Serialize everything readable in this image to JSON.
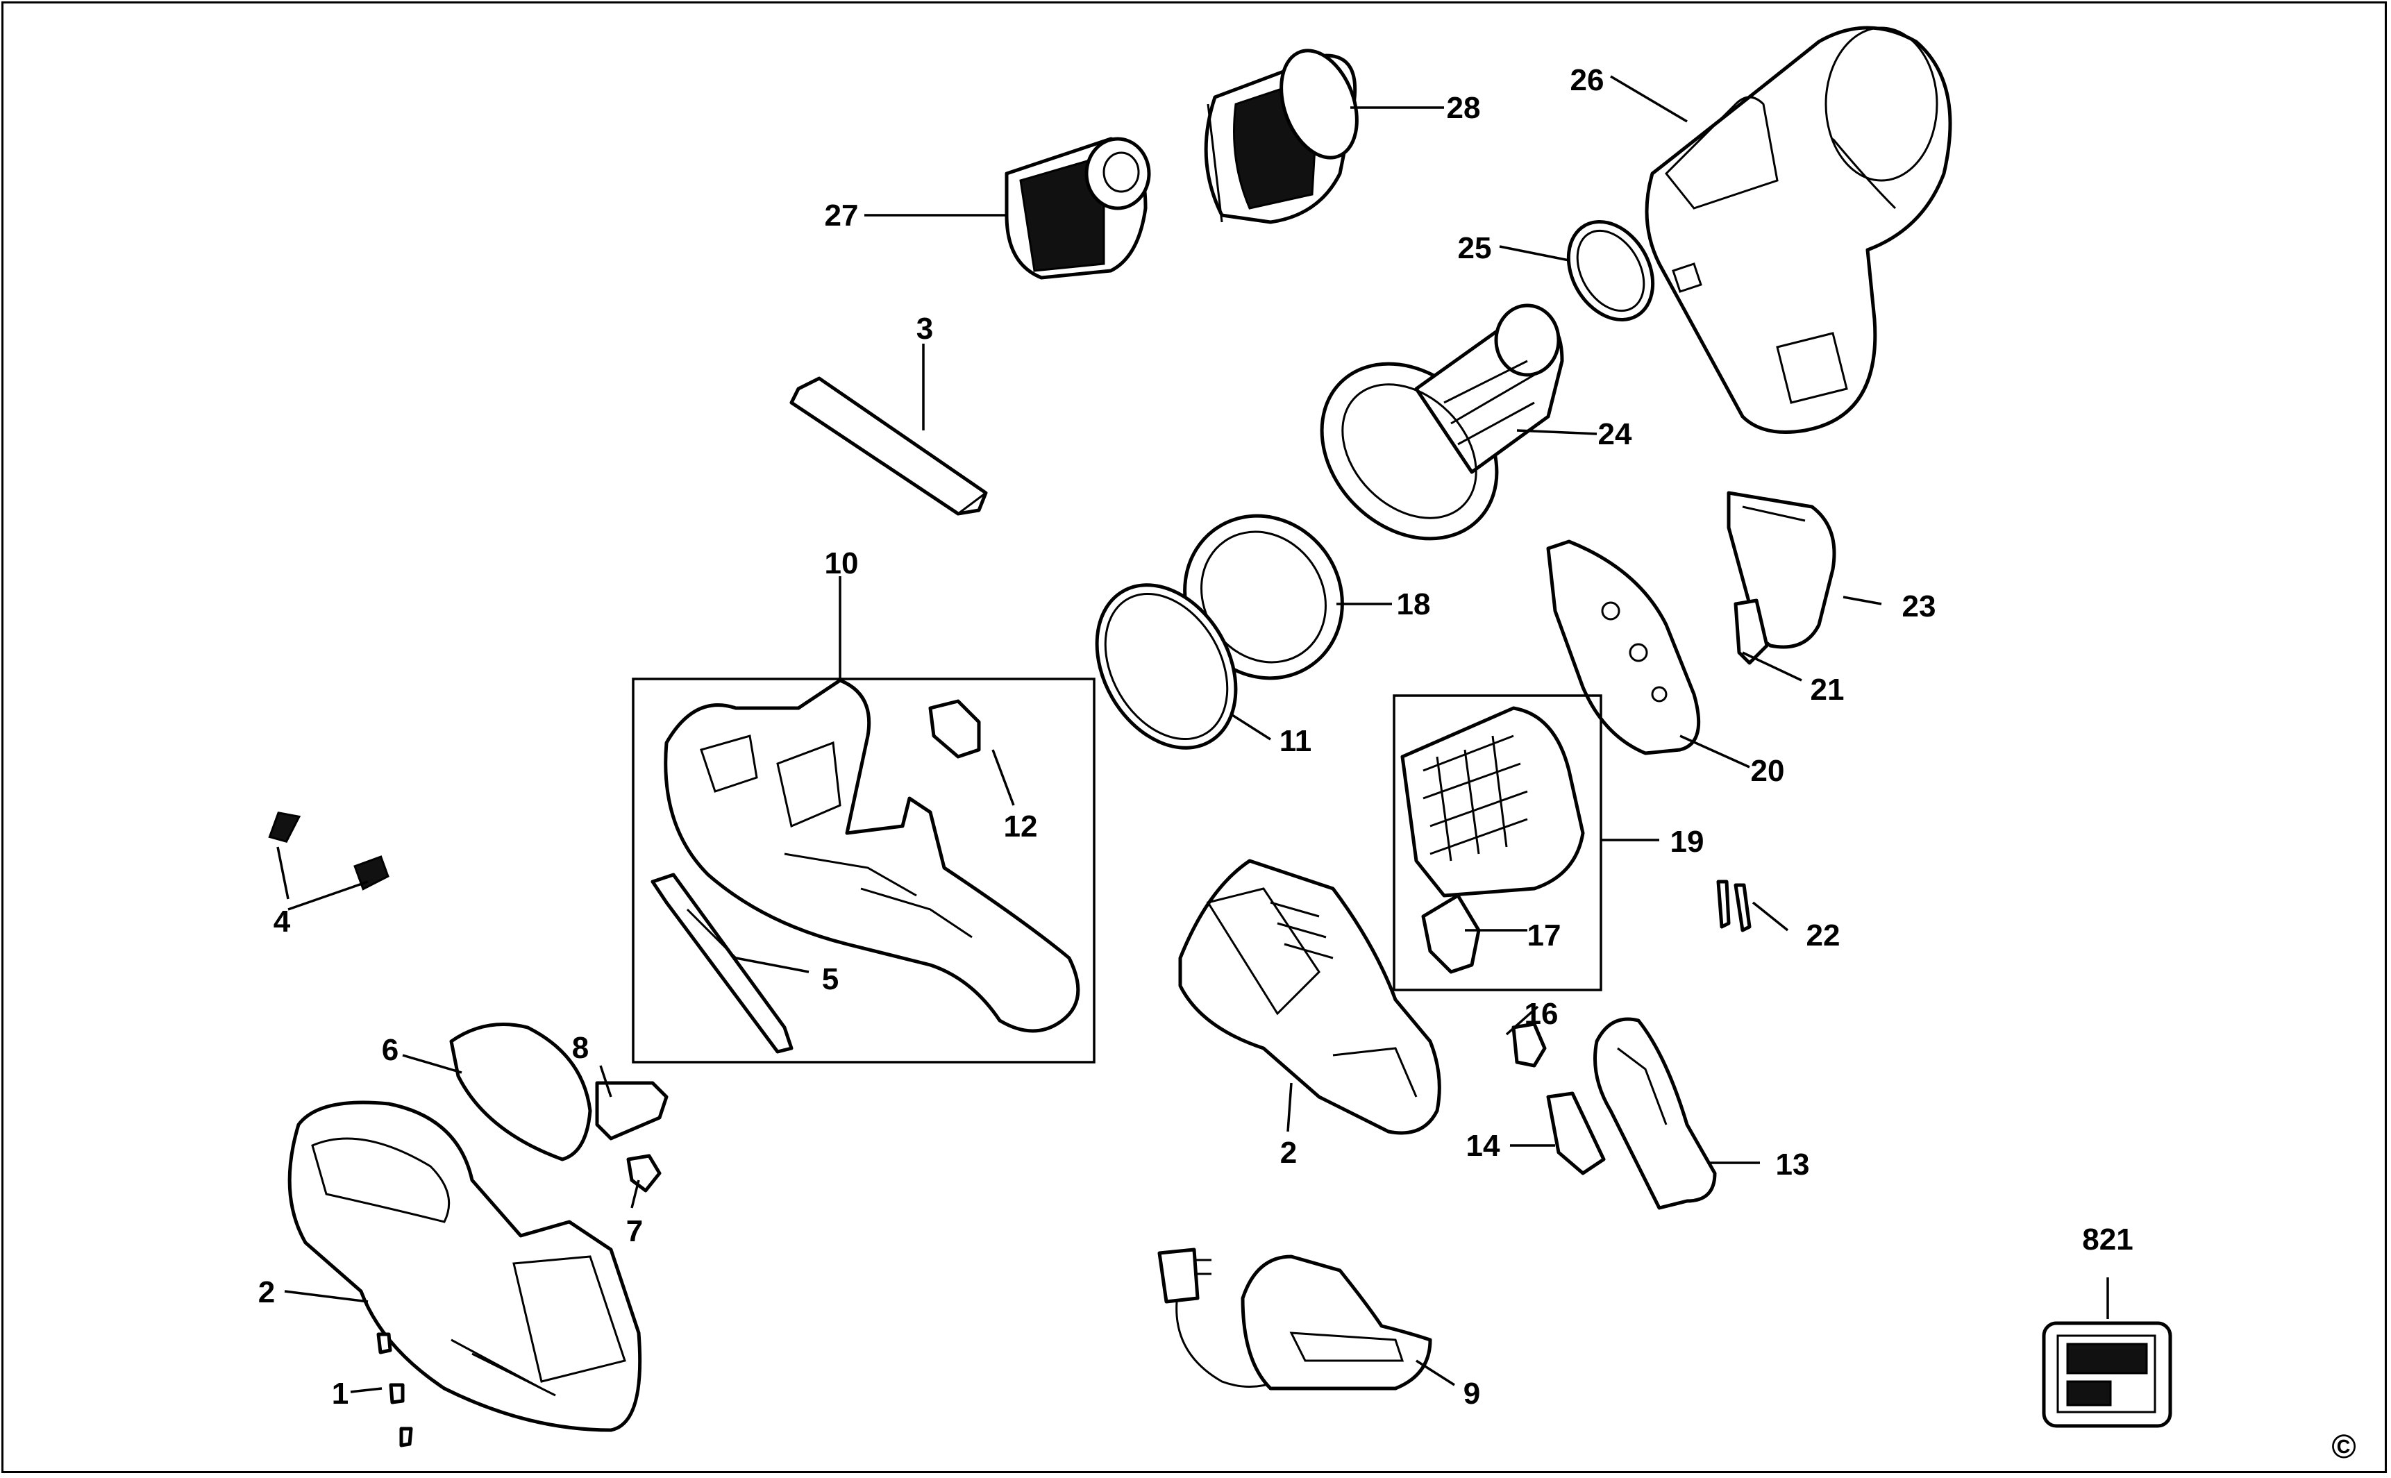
{
  "callouts": {
    "c1": "1",
    "c2_left": "2",
    "c2_center": "2",
    "c3": "3",
    "c4": "4",
    "c5": "5",
    "c6": "6",
    "c7": "7",
    "c8": "8",
    "c9": "9",
    "c10": "10",
    "c11": "11",
    "c12": "12",
    "c13": "13",
    "c14": "14",
    "c16": "16",
    "c17": "17",
    "c18": "18",
    "c19": "19",
    "c20": "20",
    "c21": "21",
    "c22": "22",
    "c23": "23",
    "c24": "24",
    "c25": "25",
    "c26": "26",
    "c27": "27",
    "c28": "28",
    "c821": "821"
  },
  "copyright": "©"
}
